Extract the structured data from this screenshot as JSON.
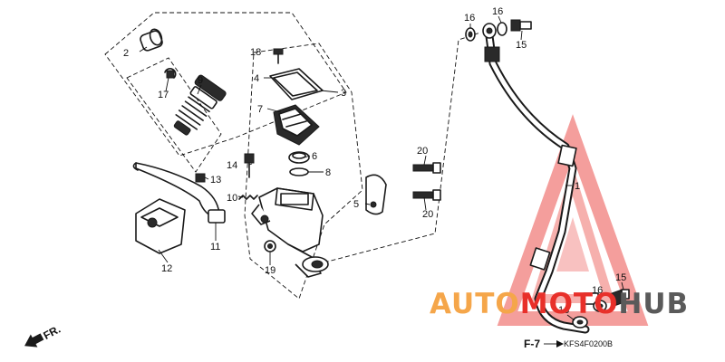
{
  "diagram": {
    "callouts": [
      {
        "id": "p1",
        "text": "1"
      },
      {
        "id": "p2",
        "text": "2"
      },
      {
        "id": "p3",
        "text": "3"
      },
      {
        "id": "p4",
        "text": "4"
      },
      {
        "id": "p5",
        "text": "5"
      },
      {
        "id": "p6",
        "text": "6"
      },
      {
        "id": "p7",
        "text": "7"
      },
      {
        "id": "p8",
        "text": "8"
      },
      {
        "id": "p9",
        "text": "9"
      },
      {
        "id": "p10",
        "text": "10"
      },
      {
        "id": "p11",
        "text": "11"
      },
      {
        "id": "p12",
        "text": "12"
      },
      {
        "id": "p13",
        "text": "13"
      },
      {
        "id": "p14",
        "text": "14"
      },
      {
        "id": "p15a",
        "text": "15"
      },
      {
        "id": "p15b",
        "text": "15"
      },
      {
        "id": "p16a",
        "text": "16"
      },
      {
        "id": "p16b",
        "text": "16"
      },
      {
        "id": "p16c",
        "text": "16"
      },
      {
        "id": "p16d",
        "text": "16"
      },
      {
        "id": "p17",
        "text": "17"
      },
      {
        "id": "p18",
        "text": "18"
      },
      {
        "id": "p19",
        "text": "19"
      },
      {
        "id": "p20a",
        "text": "20"
      },
      {
        "id": "p20b",
        "text": "20"
      }
    ],
    "front_marker": "FR.",
    "figure_ref": "F-7",
    "drawing_code": "KFS4F0200B"
  },
  "watermark": {
    "text_part1": "AUTO",
    "text_part2": "MOTO",
    "text_part3": "HUB",
    "color_orange": "#f5a64a",
    "color_red": "#e8302a",
    "color_gray": "#5a5a5a"
  }
}
